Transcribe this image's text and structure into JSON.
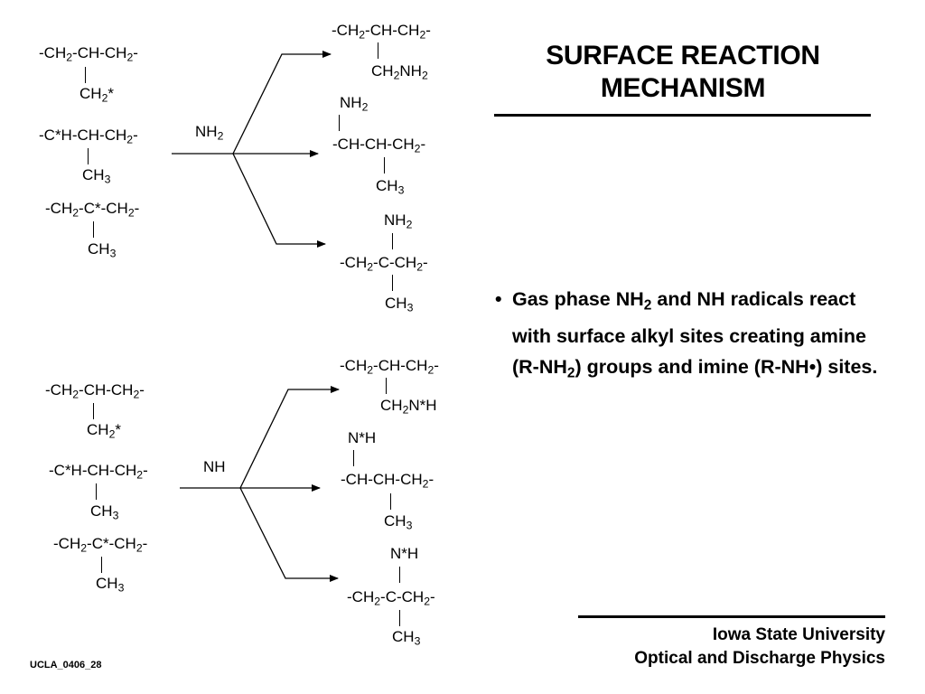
{
  "title": {
    "line1": "SURFACE REACTION",
    "line2": "MECHANISM"
  },
  "mechanism_nh2": {
    "reagent": "NH2",
    "reactants": [
      {
        "top": "-CH2-CH-CH2-",
        "below": "CH2*"
      },
      {
        "top": "-C*H-CH-CH2-",
        "below": "CH3"
      },
      {
        "top": "-CH2-C*-CH2-",
        "below": "CH3"
      }
    ],
    "products": [
      {
        "top": "-CH2-CH-CH2-",
        "below": "CH2NH2"
      },
      {
        "above": "NH2",
        "top": "-CH-CH-CH2-",
        "below": "CH3"
      },
      {
        "above": "NH2",
        "top": "-CH2-C-CH2-",
        "below": "CH3"
      }
    ]
  },
  "mechanism_nh": {
    "reagent": "NH",
    "reactants": [
      {
        "top": "-CH2-CH-CH2-",
        "below": "CH2*"
      },
      {
        "top": "-C*H-CH-CH2-",
        "below": "CH3"
      },
      {
        "top": "-CH2-C*-CH2-",
        "below": "CH3"
      }
    ],
    "products": [
      {
        "top": "-CH2-CH-CH2-",
        "below": "CH2N*H"
      },
      {
        "above": "N*H",
        "top": "-CH-CH-CH2-",
        "below": "CH3"
      },
      {
        "above": "N*H",
        "top": "-CH2-C-CH2-",
        "below": "CH3"
      }
    ]
  },
  "bullet": {
    "symbol": "•",
    "text": "Gas phase NH2 and NH radicals react with surface alkyl sites creating amine (R-NH2) groups and imine (R-NH•) sites."
  },
  "footer": {
    "line1": "Iowa State University",
    "line2": "Optical and Discharge Physics"
  },
  "slide_id": "UCLA_0406_28"
}
